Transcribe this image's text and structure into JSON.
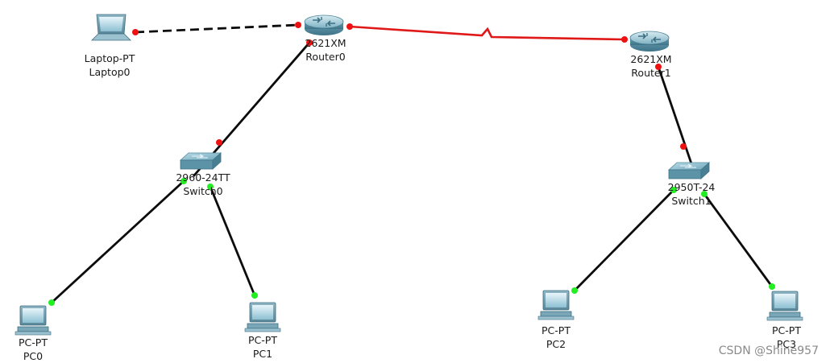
{
  "devices": [
    {
      "id": "laptop0",
      "model": "Laptop-PT",
      "name": "Laptop0"
    },
    {
      "id": "router0",
      "model": "2621XM",
      "name": "Router0"
    },
    {
      "id": "router1",
      "model": "2621XM",
      "name": "Router1"
    },
    {
      "id": "switch0",
      "model": "2960-24TT",
      "name": "Switch0"
    },
    {
      "id": "switch1",
      "model": "2950T-24",
      "name": "Switch1"
    },
    {
      "id": "pc0",
      "model": "PC-PT",
      "name": "PC0"
    },
    {
      "id": "pc1",
      "model": "PC-PT",
      "name": "PC1"
    },
    {
      "id": "pc2",
      "model": "PC-PT",
      "name": "PC2"
    },
    {
      "id": "pc3",
      "model": "PC-PT",
      "name": "PC3"
    }
  ],
  "links": [
    {
      "from": "laptop0",
      "to": "router0",
      "type": "crossover",
      "status": "down"
    },
    {
      "from": "router0",
      "to": "router1",
      "type": "serial",
      "status": "down"
    },
    {
      "from": "router0",
      "to": "switch0",
      "type": "straight",
      "status": "down"
    },
    {
      "from": "router1",
      "to": "switch1",
      "type": "straight",
      "status": "down"
    },
    {
      "from": "switch0",
      "to": "pc0",
      "type": "straight",
      "status": "up"
    },
    {
      "from": "switch0",
      "to": "pc1",
      "type": "straight",
      "status": "up"
    },
    {
      "from": "switch1",
      "to": "pc2",
      "type": "straight",
      "status": "up"
    },
    {
      "from": "switch1",
      "to": "pc3",
      "type": "straight",
      "status": "up"
    }
  ],
  "colors": {
    "link_up": "#22ee22",
    "link_down": "#ee1111",
    "cable": "#0c0c0c",
    "serial": "#e01818"
  },
  "watermark": "CSDN @Shine957"
}
